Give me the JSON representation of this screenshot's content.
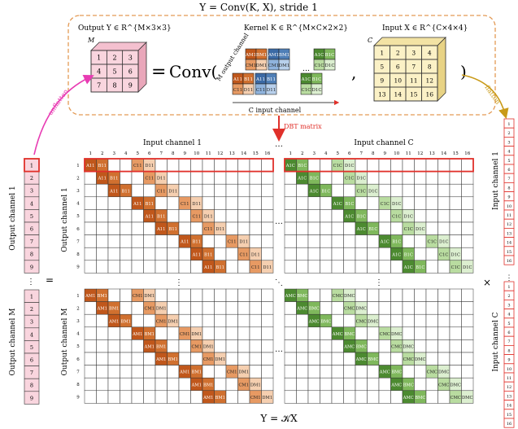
{
  "title": "Y = Conv(K, X), stride 1",
  "equation_bottom": "Y = 𝒦X",
  "top_box": {
    "output_label": "Output Y ∈ R^{M×3×3}",
    "output_depth_label": "M",
    "output_grid": [
      "1",
      "2",
      "3",
      "4",
      "5",
      "6",
      "7",
      "8",
      "9"
    ],
    "equals": "=",
    "conv_open": "Conv(",
    "kernel_label": "Kernel K ∈ R^{M×C×2×2}",
    "kernel_output_axis": "M output channel",
    "kernel_input_axis": "C input channel",
    "kernel_cells_first": [
      "A11",
      "B11",
      "C11",
      "D11"
    ],
    "kernel_cells_last": [
      "A1C",
      "B1C",
      "C1C",
      "D1C"
    ],
    "kernel_cells_m": [
      "AM1",
      "BM1",
      "CM1",
      "DM1"
    ],
    "kernel_ellipsis": "…",
    "comma": ",",
    "input_label": "Input X ∈ R^{C×4×4}",
    "input_depth_label": "C",
    "input_grid": [
      "1",
      "2",
      "3",
      "4",
      "5",
      "6",
      "7",
      "8",
      "9",
      "10",
      "11",
      "12",
      "13",
      "14",
      "15",
      "16"
    ],
    "conv_close": ")"
  },
  "arrows": {
    "unflatten": "unflatten",
    "flatten": "flatten",
    "dbt": "DBT matrix"
  },
  "matrix": {
    "col_header_left": "Input channel 1",
    "col_header_right": "Input channel C",
    "col_numbers": [
      "1",
      "2",
      "3",
      "4",
      "5",
      "6",
      "7",
      "8",
      "9",
      "10",
      "11",
      "12",
      "13",
      "14",
      "15",
      "16"
    ],
    "row_numbers": [
      "1",
      "2",
      "3",
      "4",
      "5",
      "6",
      "7",
      "8",
      "9"
    ],
    "row_header_top": "Output channel 1",
    "row_header_bottom": "Output channel M",
    "labels_11": [
      "A11",
      "B11",
      "C11",
      "D11"
    ],
    "labels_1C": [
      "A1C",
      "B1C",
      "C1C",
      "D1C"
    ],
    "labels_M1": [
      "AM1",
      "BM1",
      "CM1",
      "DM1"
    ],
    "labels_MC": [
      "AMC",
      "BMC",
      "CMC",
      "DMC"
    ],
    "dots_h": "…",
    "dots_v": "⋮",
    "dots_d": "⋱"
  },
  "left_vector": {
    "label_top": "Output channel 1",
    "label_bottom": "Output channel M",
    "numbers": [
      "1",
      "2",
      "3",
      "4",
      "5",
      "6",
      "7",
      "8",
      "9"
    ],
    "equals": "=",
    "vdots": "⋮"
  },
  "right_vector": {
    "label_top": "Input channel 1",
    "label_bottom": "Input channel C",
    "numbers": [
      "1",
      "2",
      "3",
      "4",
      "5",
      "6",
      "7",
      "8",
      "9",
      "10",
      "11",
      "12",
      "13",
      "14",
      "15",
      "16"
    ],
    "times": "×",
    "vdots": "⋮"
  },
  "colors": {
    "orange_dark": "#c0571b",
    "orange_mid": "#e79a63",
    "orange_light": "#f5cfb0",
    "orange_pale": "#fbe6d6",
    "green_dark": "#4c8a30",
    "green_mid": "#7fb85c",
    "green_light": "#b9dca0",
    "green_pale": "#dcefd0",
    "blue": "#4f7fb7",
    "pink_fill": "#f9d5de",
    "yellow_fill": "#fbf1c6",
    "red": "#e0302a",
    "magenta": "#e83cb3",
    "gold": "#c99a18"
  }
}
